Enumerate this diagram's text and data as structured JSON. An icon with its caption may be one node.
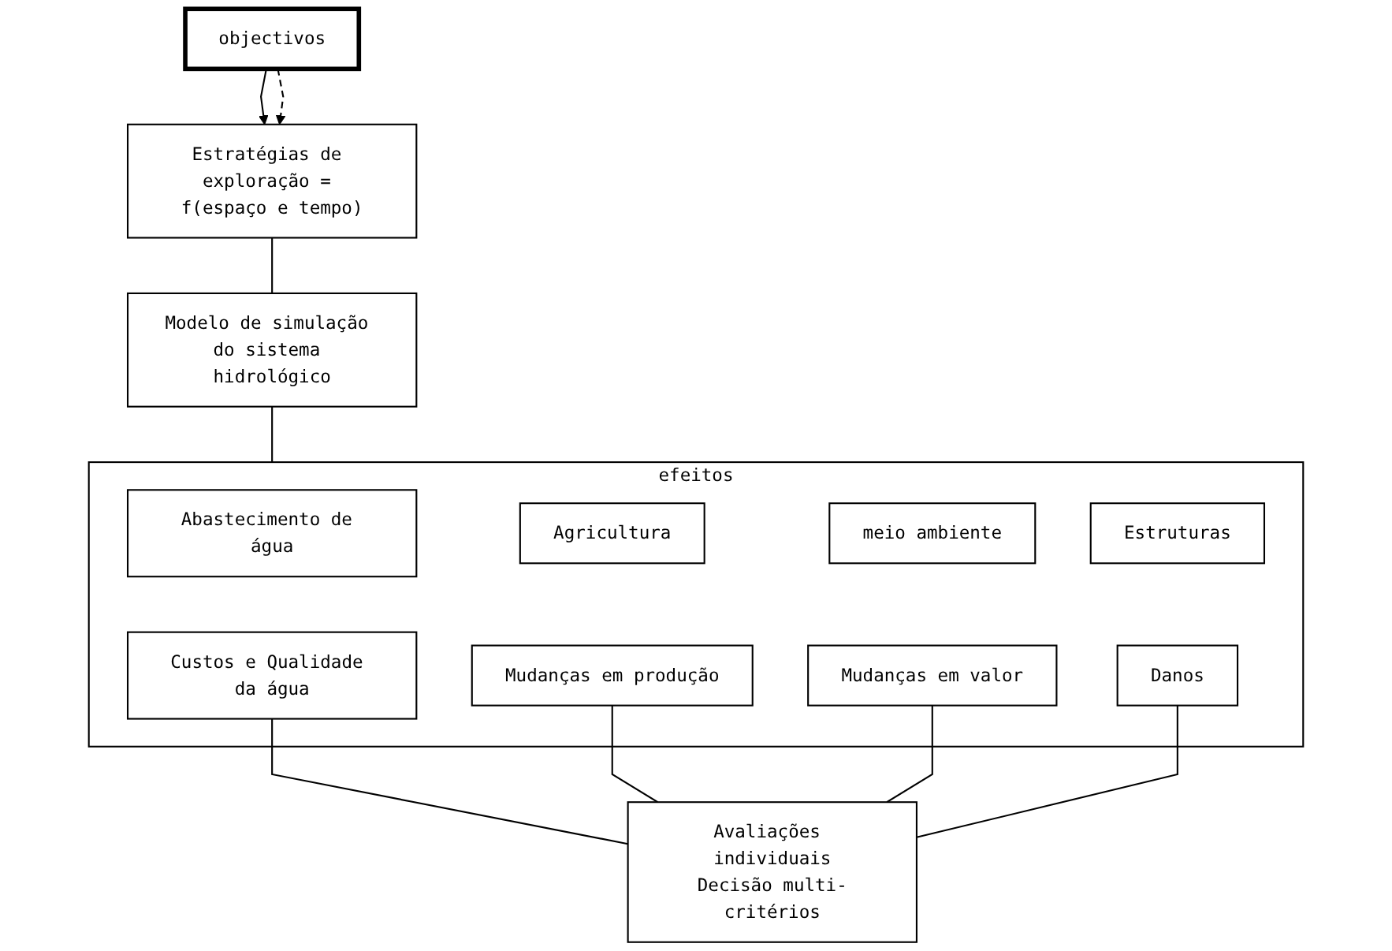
{
  "diagram": {
    "nodes": [
      {
        "text": [
          "Estratégias de exploração = f(espaço e tempo)"
        ]
      },
      {
        "text": [
          "Modelo de simulação do sistema hidrológico"
        ]
      },
      {
        "text": [
          "efeitos"
        ]
      },
      {
        "text": [
          "Abastecimento de água"
        ],
        "in": 2
      },
      {
        "text": [
          "Agricultura"
        ],
        "in": 2
      },
      {
        "text": [
          "meio ambiente"
        ],
        "in": 2
      },
      {
        "text": [
          "Estruturas"
        ],
        "in": 2
      },
      {
        "text": [
          "Custos e Qualidade da água"
        ],
        "in": 2
      },
      {
        "text": [
          "Mudanças em produção"
        ],
        "in": 2
      },
      {
        "text": [
          "Mudanças em valor"
        ],
        "in": 2
      },
      {
        "text": [
          "Danos"
        ],
        "in": 2
      },
      {
        "text": [
          "Avaliações individuais",
          "Decisão multi-critérios"
        ]
      },
      {
        "text": [
          "objectivos"
        ]
      }
    ],
    "edges": [
      {
        "from": 0,
        "to": 1,
        "arrow": "none"
      },
      {
        "from": 1,
        "to": 2,
        "arrow": "none"
      },
      {
        "from": 7,
        "to": 11,
        "arrow": "none"
      },
      {
        "from": 8,
        "to": 11,
        "arrow": "none"
      },
      {
        "from": 9,
        "to": 11,
        "arrow": "none"
      },
      {
        "from": 10,
        "to": 11,
        "arrow": "none"
      },
      {
        "from": 12,
        "to": 0,
        "arrow": "to"
      },
      {
        "from": 12,
        "to": 0,
        "arrow": "to",
        "style": "dashed"
      }
    ]
  }
}
